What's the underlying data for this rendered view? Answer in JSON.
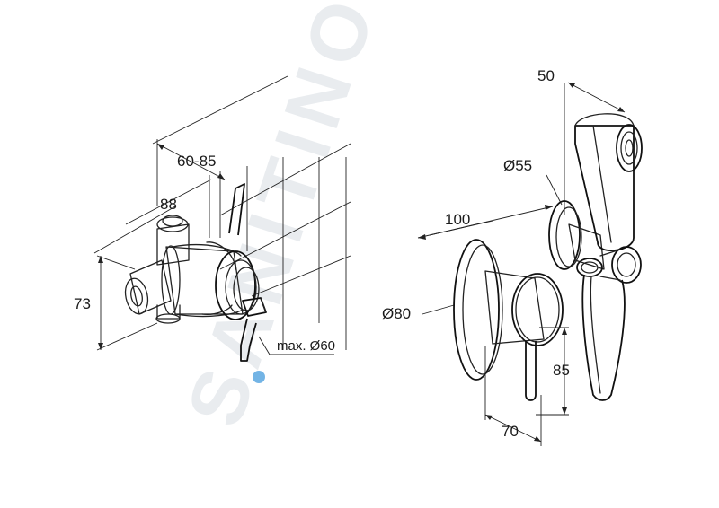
{
  "watermark": "SANITINO",
  "dimensions": {
    "left": {
      "d1": "60-85",
      "d2": "88",
      "d3": "73",
      "d4": "max. Ø60"
    },
    "right": {
      "d1": "50",
      "d2": "Ø55",
      "d3": "100",
      "d4": "Ø80",
      "d5": "85",
      "d6": "70"
    }
  },
  "colors": {
    "line": "#222222",
    "watermark": "#e9ecef",
    "water_drop": "#5aa7e0"
  }
}
